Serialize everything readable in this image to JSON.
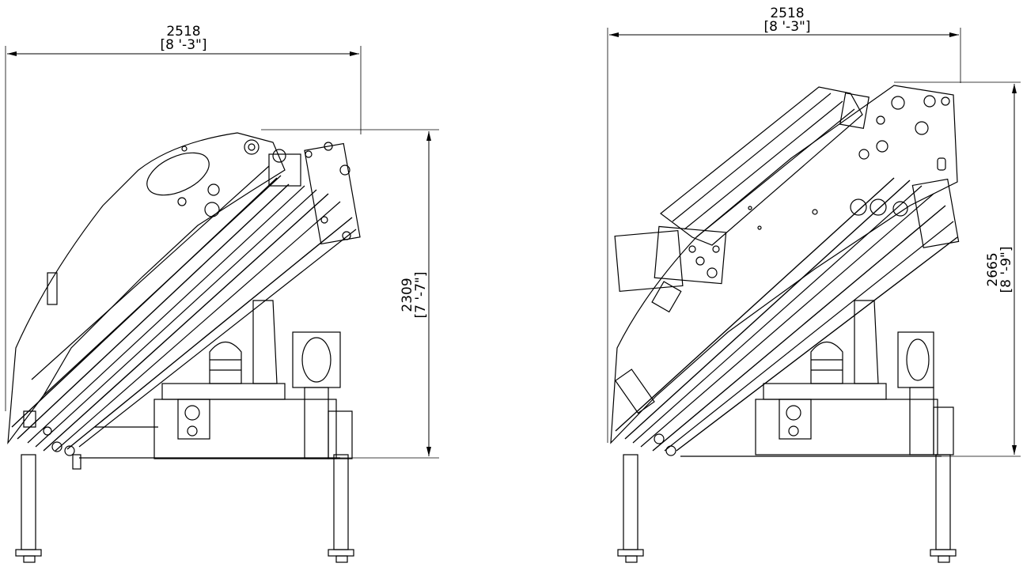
{
  "drawings": [
    {
      "id": "crane-folded",
      "width_dim": {
        "value": "2518",
        "imperial": "[8 '-3\"]"
      },
      "height_dim": {
        "value": "2309",
        "imperial": "[7 '-7\"]"
      }
    },
    {
      "id": "crane-folded-with-jib",
      "width_dim": {
        "value": "2518",
        "imperial": "[8 '-3\"]"
      },
      "height_dim": {
        "value": "2665",
        "imperial": "[8 '-9\"]"
      }
    }
  ],
  "colors": {
    "line": "#000000",
    "background": "#ffffff"
  }
}
